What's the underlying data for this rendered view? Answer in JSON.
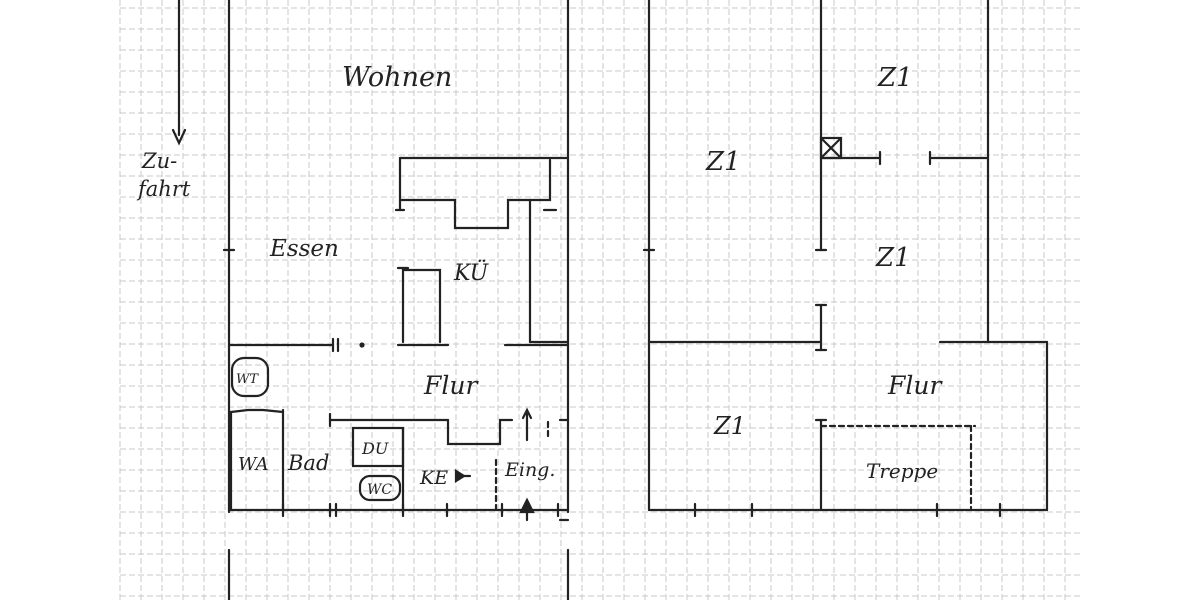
{
  "labels": {
    "zufahrt_line1": "Zu-",
    "zufahrt_line2": "fahrt",
    "wohnen": "Wohnen",
    "essen": "Essen",
    "kueche": "KÜ",
    "flur_left": "Flur",
    "wt": "WT",
    "wa": "WA",
    "bad": "Bad",
    "du": "DU",
    "wc": "WC",
    "ke": "KE",
    "eing": "Eing.",
    "z1_top": "Z1",
    "z1_left": "Z1",
    "z1_mid": "Z1",
    "flur_right": "Flur",
    "z1_bottom": "Z1",
    "treppe": "Treppe"
  },
  "colors": {
    "ink": "#222222",
    "grid": "#c9c9c9",
    "paper": "#ffffff"
  }
}
